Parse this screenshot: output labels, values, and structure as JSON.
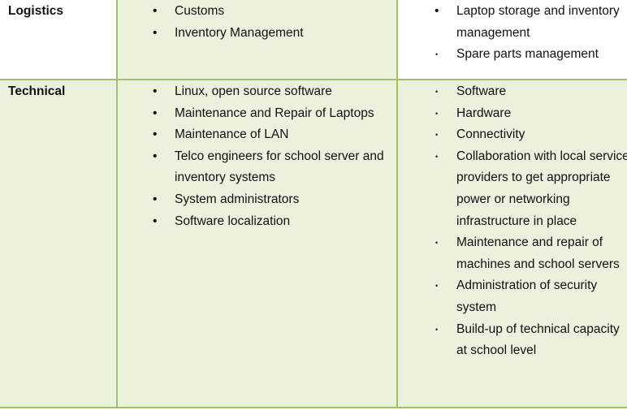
{
  "rows": [
    {
      "category": "Logistics",
      "col2": [
        "Customs",
        "Inventory Management"
      ],
      "col3": [
        "Laptop storage and inventory management",
        "Spare parts management"
      ]
    },
    {
      "category": "Technical",
      "col2": [
        "Linux, open source software",
        "Maintenance and Repair of Laptops",
        "Maintenance of LAN",
        "Telco engineers for school server and inventory systems",
        "System administrators",
        "Software localization"
      ],
      "col3": [
        "Software",
        "Hardware",
        "Connectivity",
        "Collaboration with local service providers to get appropriate power or networking infrastructure in place",
        "Maintenance and repair of machines and school servers",
        "Administration of security system",
        "Build-up of technical capacity at school level"
      ]
    }
  ],
  "colors": {
    "border": "#a4be6e",
    "fill": "#eaf1dd"
  }
}
